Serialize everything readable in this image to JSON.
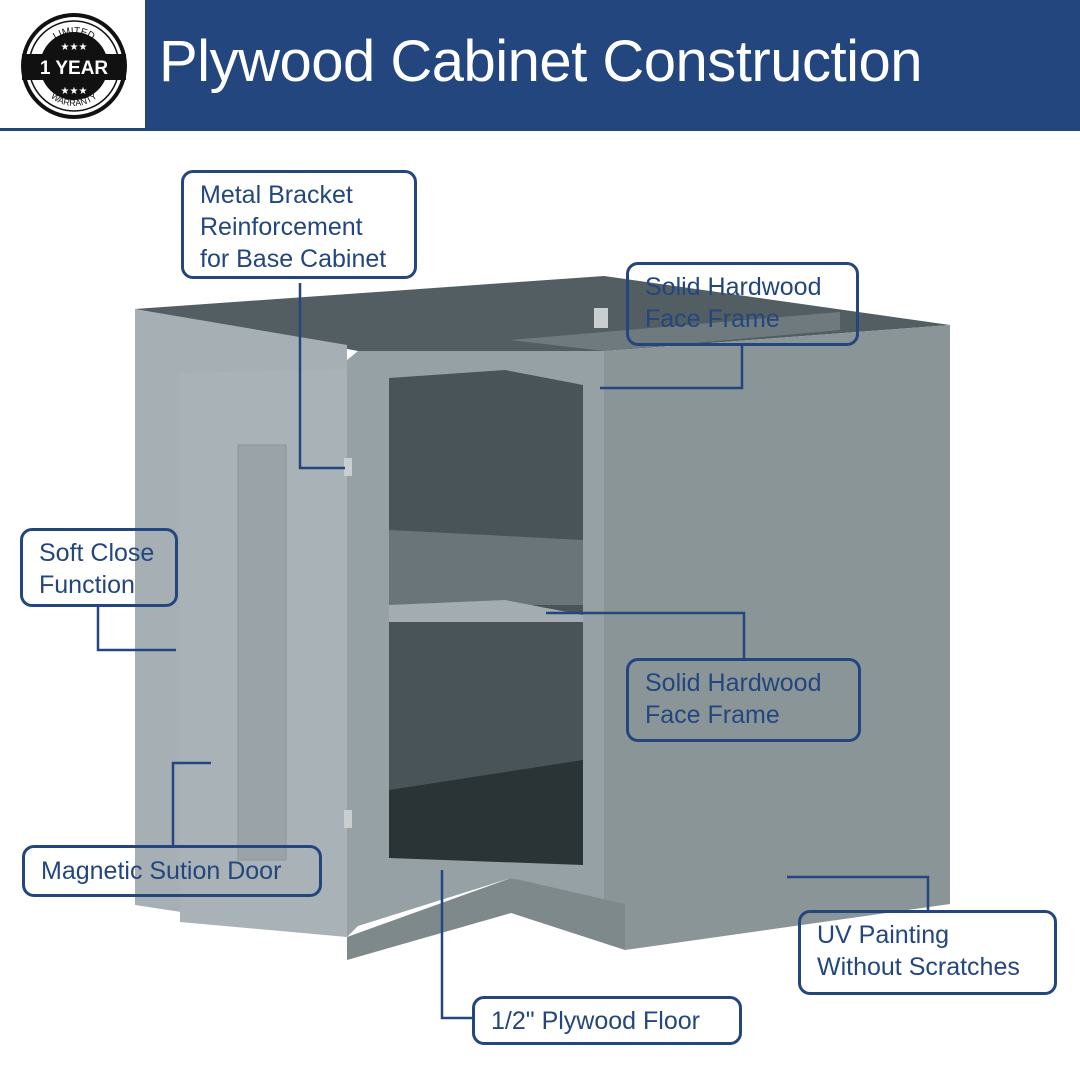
{
  "header": {
    "title": "Plywood Cabinet Construction"
  },
  "badge": {
    "top": "LIMITED",
    "main": "1 YEAR",
    "bottom": "WARRANTY"
  },
  "callouts": {
    "bracket": [
      "Metal Bracket",
      "Reinforcement",
      "for Base Cabinet"
    ],
    "face_frame_top": [
      "Solid Hardwood",
      "Face Frame"
    ],
    "soft_close": [
      "Soft Close",
      "Function"
    ],
    "face_frame_mid": [
      "Solid Hardwood",
      "Face Frame"
    ],
    "magnetic": [
      "Magnetic Sution Door"
    ],
    "uv": [
      "UV Painting",
      "Without Scratches"
    ],
    "floor": [
      "1/2\" Plywood Floor"
    ]
  },
  "colors": {
    "brand": "#24467f",
    "cabinet": "#8a9598"
  }
}
